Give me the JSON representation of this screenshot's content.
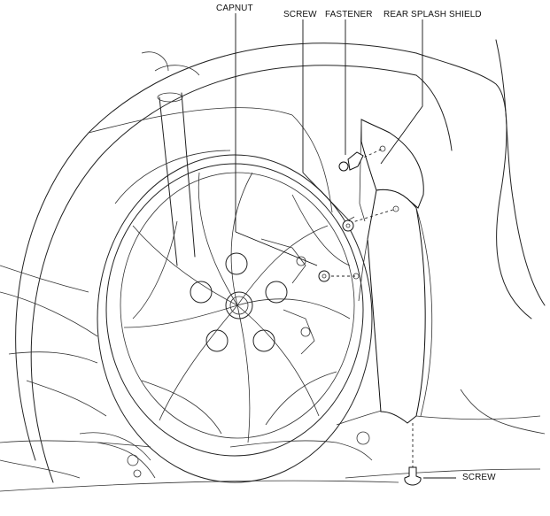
{
  "labels": {
    "capnut": "CAPNUT",
    "screw_top": "SCREW",
    "fastener": "FASTENER",
    "rear_splash_shield": "REAR SPLASH SHIELD",
    "screw_bottom": "SCREW"
  }
}
